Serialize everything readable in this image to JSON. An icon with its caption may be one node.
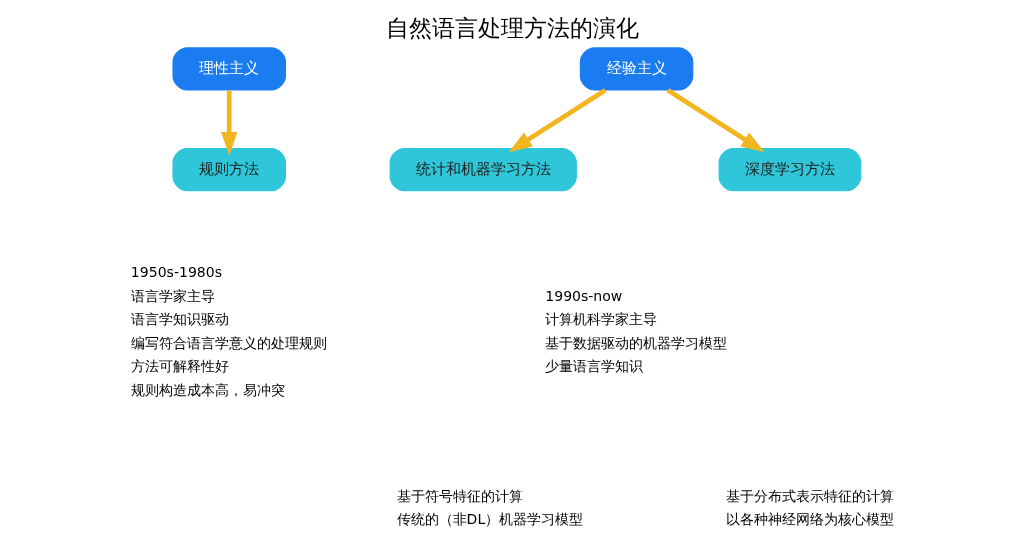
{
  "diagram": {
    "title": "自然语言处理方法的演化",
    "nodes": [
      {
        "text": [
          "理性主义"
        ]
      },
      {
        "text": [
          "经验主义"
        ]
      },
      {
        "text": [
          "规则方法"
        ]
      },
      {
        "text": [
          "统计和机器学习方法"
        ]
      },
      {
        "text": [
          "深度学习方法"
        ]
      }
    ],
    "edges": [
      {
        "from": 0,
        "to": 2,
        "arrow": "to"
      },
      {
        "from": 1,
        "to": 3,
        "arrow": "to"
      },
      {
        "from": 1,
        "to": 4,
        "arrow": "to"
      }
    ],
    "labels": [
      "1950s-1980s",
      "语言学家主导",
      "语言学知识驱动",
      "编写符合语言学意义的处理规则",
      "方法可解释性好",
      "规则构造成本高，易冲突",
      "1990s-now",
      "计算机科学家主导",
      "基于数据驱动的机器学习模型",
      "少量语言学知识",
      "基于符号特征的计算",
      "传统的（非DL）机器学习模型",
      "基于分布式表示特征的计算",
      "以各种神经网络为核心模型"
    ]
  }
}
